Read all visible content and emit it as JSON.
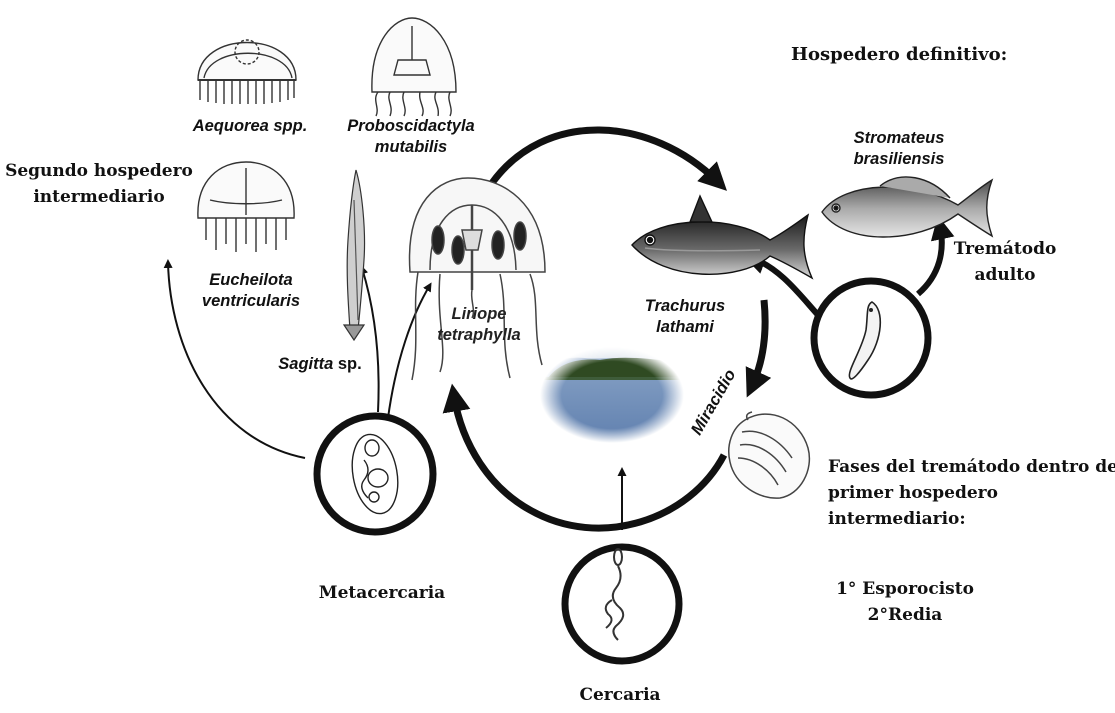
{
  "labels": {
    "definitive_host": "Hospedero definitivo:",
    "second_host_line1": "Segundo hospedero",
    "second_host_line2": "intermediario",
    "aequorea": "Aequorea spp.",
    "proboscidactyla_1": "Proboscidactyla",
    "proboscidactyla_2": "mutabilis",
    "stromateus_1": "Stromateus",
    "stromateus_2": "brasiliensis",
    "eucheilota_1": "Eucheilota",
    "eucheilota_2": "ventricularis",
    "sagitta_name": "Sagitta",
    "sagitta_sp": " sp.",
    "liriope_1": "Liriope",
    "liriope_2": "tetraphylla",
    "trachurus_1": "Trachurus",
    "trachurus_2": "lathami",
    "adult_1": "Tremátodo",
    "adult_2": "adulto",
    "miracidio": "Miracidio",
    "phases_1": "Fases del tremátodo dentro del",
    "phases_2": "primer hospedero",
    "phases_3": "intermediario:",
    "stage_1": "1° Esporocisto",
    "stage_2": "2°Redia",
    "metacercaria": "Metacercaria",
    "cercaria": "Cercaria"
  },
  "colors": {
    "ink": "#111111",
    "water": "#6f8fb8",
    "trees": "#2f4a22"
  }
}
